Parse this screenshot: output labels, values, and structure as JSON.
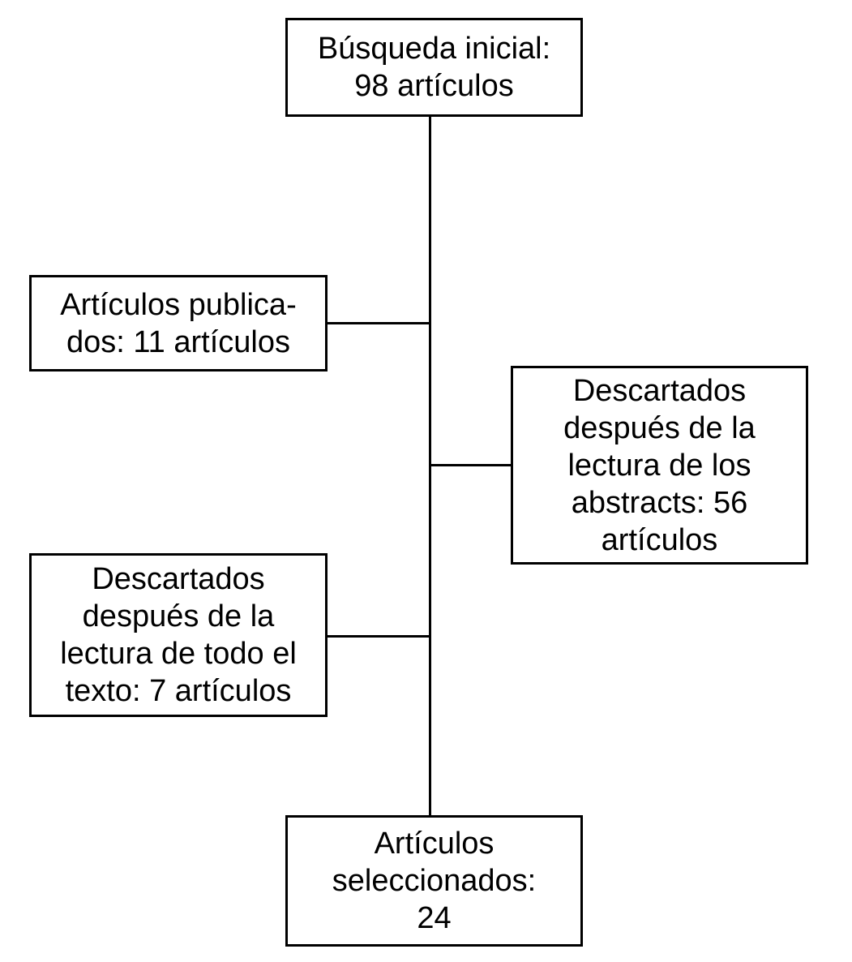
{
  "diagram": {
    "title": "Article selection flow diagram",
    "colors": {
      "background": "#ffffff",
      "line": "#000000",
      "text": "#000000",
      "box_fill": "#ffffff"
    },
    "boxes": [
      {
        "id": "initial-search",
        "text": "Búsqueda inicial:\n98 artículos",
        "count": 98
      },
      {
        "id": "published-articles",
        "text": "Artículos publica-\ndos: 11 artículos",
        "count": 11
      },
      {
        "id": "discarded-after-abstracts",
        "text": "Descartados\ndespués de la\nlectura de los\nabstracts: 56\nartículos",
        "count": 56
      },
      {
        "id": "discarded-after-full-text",
        "text": "Descartados\ndespués de la\nlectura de todo el\ntexto: 7 artículos",
        "count": 7
      },
      {
        "id": "selected-articles",
        "text": "Artículos\nseleccionados:\n24",
        "count": 24
      }
    ]
  }
}
